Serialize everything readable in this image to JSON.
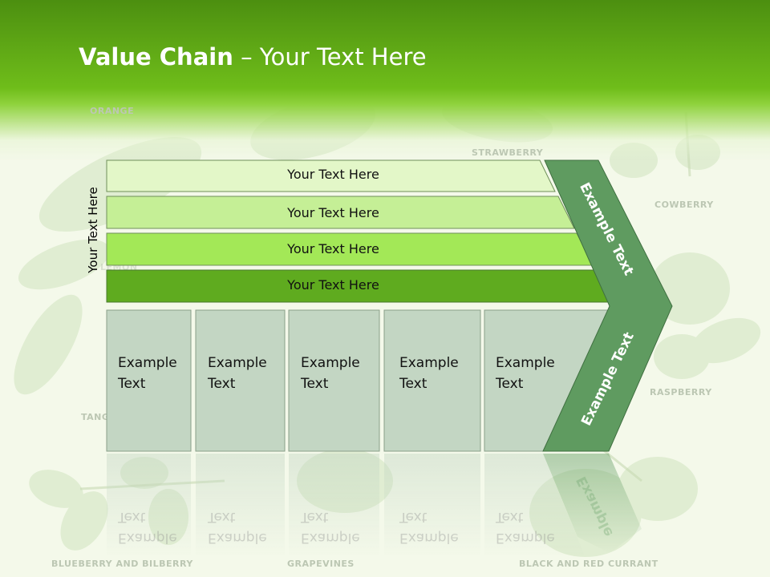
{
  "title": {
    "bold": "Value Chain",
    "rest": " – Your Text Here"
  },
  "side_label": "Your Text Here",
  "rows": [
    "Your Text Here",
    "Your Text Here",
    "Your Text Here",
    "Your Text Here"
  ],
  "boxes": [
    {
      "line1": "Example",
      "line2": "Text"
    },
    {
      "line1": "Example",
      "line2": "Text"
    },
    {
      "line1": "Example",
      "line2": "Text"
    },
    {
      "line1": "Example",
      "line2": "Text"
    },
    {
      "line1": "Example",
      "line2": "Text"
    }
  ],
  "arrow": {
    "upper": "Example Text",
    "lower": "Example Text",
    "reflection": "Example"
  },
  "background_labels": {
    "orange": "ORANGE",
    "strawberry": "STRAWBERRY",
    "cowberry": "COWBERRY",
    "lemon": "LEMON",
    "raspberry": "RASPBERRY",
    "tangerine": "TANG",
    "blueberry": "BLUEBERRY AND BILBERRY",
    "grapevines": "GRAPEVINES",
    "currant": "BLACK AND RED CURRANT"
  },
  "colors": {
    "header": "#6fbd1a",
    "row1": "#e3f7c8",
    "row2": "#c5ef96",
    "row3": "#a3e857",
    "row4": "#5fab1f",
    "box": "#c3d6c3",
    "arrow": "#5f9b60"
  }
}
